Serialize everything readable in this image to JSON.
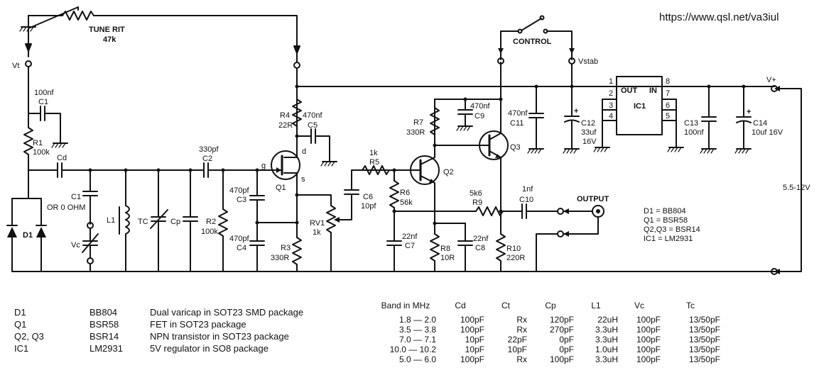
{
  "url": "https://www.qsl.net/va3iul",
  "labels": {
    "tune_rit": "TUNE RIT",
    "tune_rit_val": "47k",
    "vt": "Vt",
    "c1_val": "100nf",
    "c1_ref": "C1",
    "r1_ref": "R1",
    "r1_val": "100k",
    "cd": "Cd",
    "c1b_ref": "C1",
    "c1b_note": "OR 0 OHM",
    "d1": "D1",
    "vc": "Vc",
    "l1": "L1",
    "tc": "TC",
    "cp": "Cp",
    "c2_val": "330pf",
    "c2_ref": "C2",
    "r2_ref": "R2",
    "r2_val": "100k",
    "r4_ref": "R4",
    "r4_val": "22R",
    "c5_val": "470nf",
    "c5_ref": "C5",
    "q1": "Q1",
    "g": "g",
    "d": "d",
    "s": "s",
    "c3_val": "470pf",
    "c3_ref": "C3",
    "c4_val": "470pf",
    "c4_ref": "C4",
    "r3_ref": "R3",
    "r3_val": "330R",
    "rv1_ref": "RV1",
    "rv1_val": "1k",
    "c6_ref": "C6",
    "c6_val": "10pf",
    "r5_val": "1k",
    "r5_ref": "R5",
    "r6_ref": "R6",
    "r6_val": "56k",
    "c7_val": "22nf",
    "c7_ref": "C7",
    "r7_ref": "R7",
    "r7_val": "330R",
    "c9_val": "470nf",
    "c9_ref": "C9",
    "q2": "Q2",
    "q3": "Q3",
    "r8_ref": "R8",
    "r8_val": "10R",
    "c8_val": "22nf",
    "c8_ref": "C8",
    "r9_val": "5k6",
    "r9_ref": "R9",
    "c10_val": "1nf",
    "c10_ref": "C10",
    "r10_ref": "R10",
    "r10_val": "220R",
    "control": "CONTROL",
    "vstab": "Vstab",
    "c11_val": "470nf",
    "c11_ref": "C11",
    "c12_ref": "C12",
    "c12_val": "33uf",
    "c12_v": "16V",
    "ic1": "IC1",
    "out": "OUT",
    "in": "IN",
    "p1": "1",
    "p2": "2",
    "p3": "3",
    "p4": "4",
    "p5": "5",
    "p6": "6",
    "p7": "7",
    "p8": "8",
    "c13_ref": "C13",
    "c13_val": "100nf",
    "c14_ref": "C14",
    "c14_val": "10uf 16V",
    "vplus": "V+",
    "supply": "5.5-12V",
    "output": "OUTPUT",
    "plus": "+",
    "note1": "D1 = BB804",
    "note2": "Q1 = BSR58",
    "note3": "Q2,Q3 = BSR14",
    "note4": "IC1 = LM2931"
  },
  "parts": [
    {
      "ref": "D1",
      "part": "BB804",
      "desc": "Dual varicap in SOT23 SMD package"
    },
    {
      "ref": "Q1",
      "part": "BSR58",
      "desc": "FET in SOT23 package"
    },
    {
      "ref": "Q2, Q3",
      "part": "BSR14",
      "desc": "NPN transistor in SOT23 package"
    },
    {
      "ref": "IC1",
      "part": "LM2931",
      "desc": "5V regulator in SO8 package"
    }
  ],
  "table": {
    "headers": [
      "Band in MHz",
      "Cd",
      "Ct",
      "Cp",
      "L1",
      "Vc",
      "Tc"
    ],
    "rows": [
      [
        "1.8 —  2.0",
        "100pF",
        "Rx",
        "120pF",
        "22uH",
        "100pF",
        "13/50pF"
      ],
      [
        "3.5 —  3.8",
        "100pF",
        "Rx",
        "270pF",
        "3.3uH",
        "100pF",
        "13/50pF"
      ],
      [
        "7.0 —  7.1",
        "10pF",
        "22pF",
        "0pF",
        "3.3uH",
        "100pF",
        "13/50pF"
      ],
      [
        "10.0 — 10.2",
        "10pF",
        "10pF",
        "0pF",
        "1.0uH",
        "100pF",
        "13/50pF"
      ],
      [
        "5.0 —  6.0",
        "100pF",
        "Rx",
        "100pF",
        "3.3uH",
        "100pF",
        "13/50pF"
      ]
    ]
  }
}
